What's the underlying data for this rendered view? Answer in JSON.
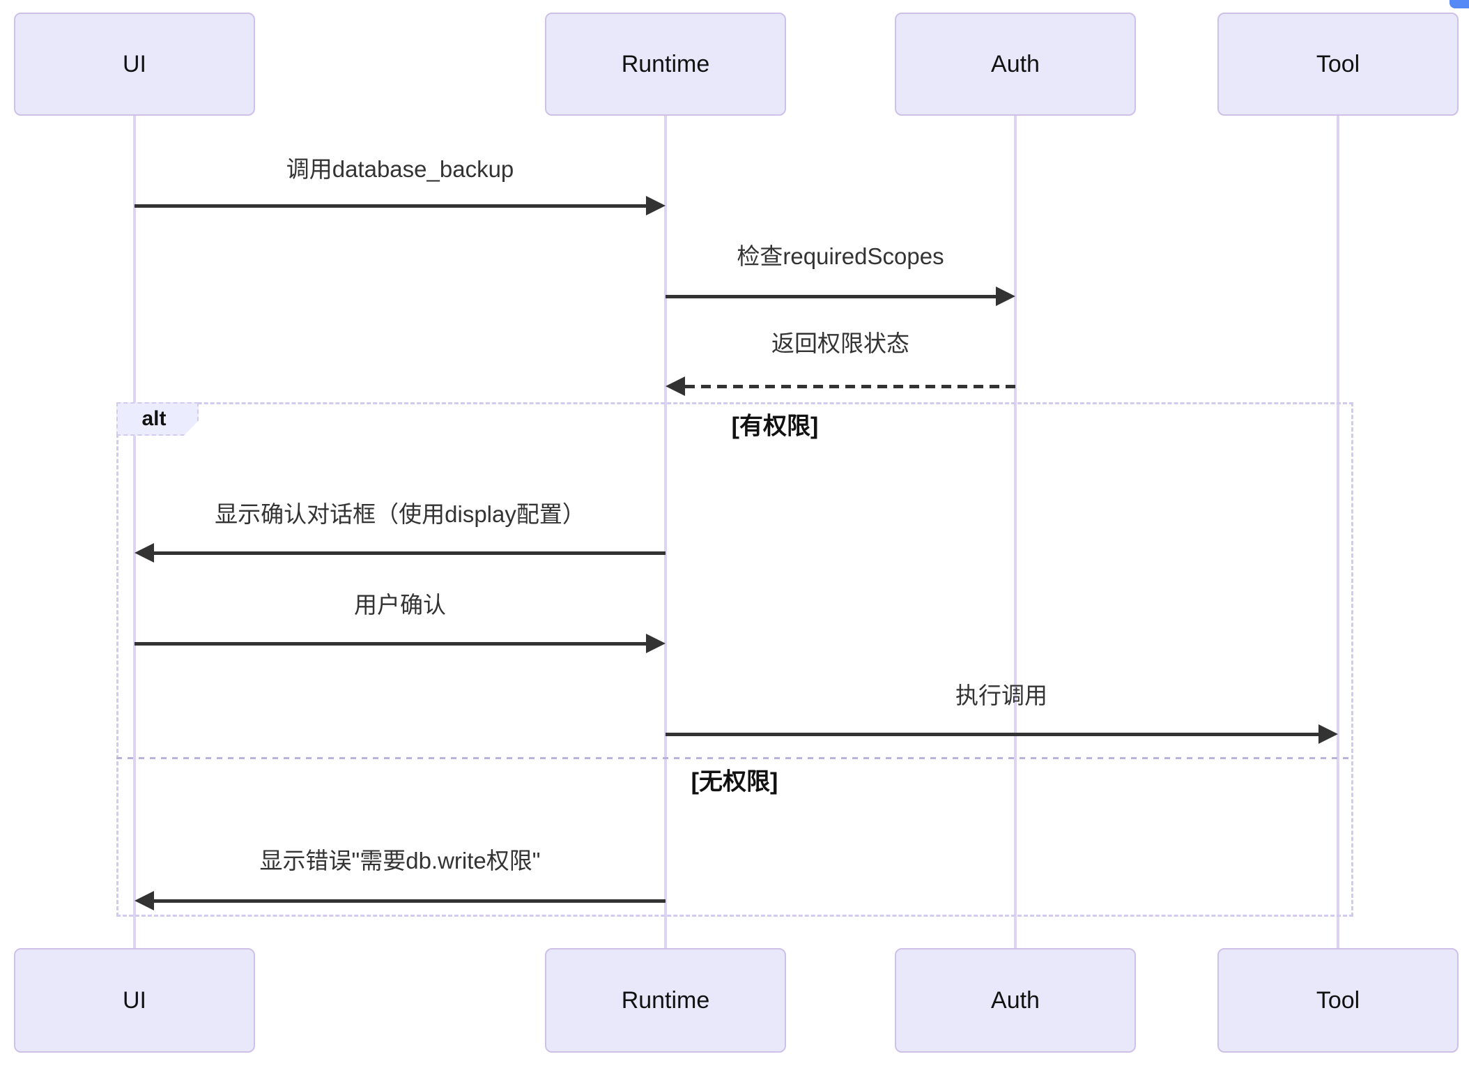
{
  "diagram": {
    "type": "sequence",
    "actors": [
      {
        "id": "ui",
        "label": "UI"
      },
      {
        "id": "runtime",
        "label": "Runtime"
      },
      {
        "id": "auth",
        "label": "Auth"
      },
      {
        "id": "tool",
        "label": "Tool"
      }
    ],
    "messages": [
      {
        "from": "UI",
        "to": "Runtime",
        "label": "调用database_backup",
        "line": "solid"
      },
      {
        "from": "Runtime",
        "to": "Auth",
        "label": "检查requiredScopes",
        "line": "solid"
      },
      {
        "from": "Auth",
        "to": "Runtime",
        "label": "返回权限状态",
        "line": "dashed"
      },
      {
        "from": "Runtime",
        "to": "UI",
        "label": "显示确认对话框（使用display配置）",
        "line": "solid"
      },
      {
        "from": "UI",
        "to": "Runtime",
        "label": "用户确认",
        "line": "solid"
      },
      {
        "from": "Runtime",
        "to": "Tool",
        "label": "执行调用",
        "line": "solid"
      },
      {
        "from": "Runtime",
        "to": "UI",
        "label": "显示错误\"需要db.write权限\"",
        "line": "solid"
      }
    ],
    "alt_frame": {
      "label": "alt",
      "branches": [
        {
          "guard": "[有权限]"
        },
        {
          "guard": "[无权限]"
        }
      ]
    }
  },
  "theme": {
    "bg": "#ffffff",
    "actorFill": "#e9e8fb",
    "actorBorder": "#cdc1e8",
    "lifeline": "#dcd4f2",
    "arrow": "#333333",
    "msgText": "#333333",
    "frameBorder": "#d3caef",
    "altLabelFill": "#ececff",
    "cornerBlue": "#5589f5"
  }
}
